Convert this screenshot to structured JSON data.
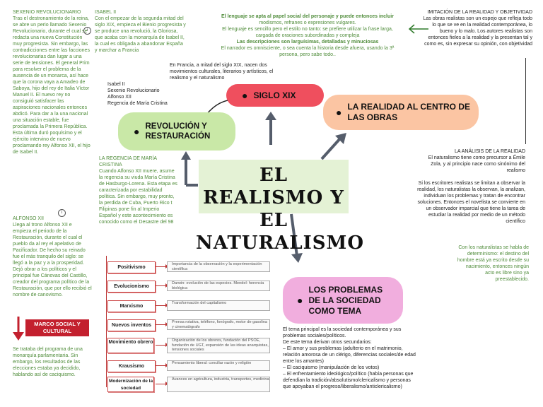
{
  "title": {
    "line1": "EL REALISMO Y",
    "line2": "EL NATURALISMO"
  },
  "pills": {
    "siglo": "SIGLO XIX",
    "revolucion": "REVOLUCIÓN Y RESTAURACIÓN",
    "realidad": "LA REALIDAD AL CENTRO DE LAS OBRAS",
    "problemas": "LOS PROBLEMAS DE LA SOCIEDAD COMO TEMA"
  },
  "left_column": {
    "sexenio_title": "SEXENIO REVOLUCIONARIO",
    "sexenio_body": "Tras el destronamiento de la reina, se abre un perio llamado Sexenio Revolucionario, durante el cual se redacta una nueva Constitución muy progresista. Sin embargo, las contradicciones entre las facciones revolucionarias dan lugar a una serie de tensiones. El general Prim para resolver el problema de la ausencia de un monarca, así hace que la corona vaya a Amadeo de Saboya, hijo del rey de Italia Víctor Manuel II. El nuevo rey no consiguió satisfacer las aspiraciones nacionales entonces abdicó. Para dar a la una nacional una situación estable, fue proclamada la Primera República. Esta última duró poquísimo y el ejército intervino de nuevo proclamando rey Alfonso XII, el hijo de Isabel II.",
    "alfonso_title": "ALFONSO XII",
    "alfonso_body": "Llega al trono Alfonso XII e empieza el periodo de la Restauración, durante el cual el pueblo da al rey el apelativo de Pacificador. De hecho su reinado fue el más tranquilo del siglo: se llegó a la paz y a la prosperidad. Dejó obrar a los políticos y el principal fue Cánovas del Castillo, creador del programa político de la Restauración, que por ello recibió el nombre de canovismo.",
    "marco_label": "MARCO SOCIAL Y CULTURAL",
    "bottom_body": "Se trataba del programa de una monarquía parlamentaria. Sin embargo, los resultados de las elecciones estaba ya decidido, hablando así de caciquismo."
  },
  "isabel": {
    "title": "ISABEL II",
    "body": "Con el empezar de la segunda mitad del siglo XIX, empieza el Bienio progresista y se produce una revolució, la Gloriosa, que acaba con la monarquía de Isabel II, la cual es obligada a abandonar España y marchar a Francia"
  },
  "siglo_note": "En Francia, a mitad del siglo XIX, nacen dos movimientos culturales, literarios y artísticos, el realismo y el naturalismo",
  "revolucion_list": [
    "Isabel II",
    "Sexenio Revolucionario",
    "Alfonso XII",
    "Regencia de María Cristina"
  ],
  "regencia": {
    "title": "LA REGENCIA DE MARÍA CRISTINA",
    "body": "Cuando Alfonso XII muere, asume la regencia su viuda María Cristina de Hasburgo-Lorena. Esta etapa es caracterizada por estabilidad política. Sin embargo, muy pronto, la perdida de Cuba, Puerto Rico t Filipinas pone fin al Imperio Español y este acontecimiento es conocido como el Desastre del 98"
  },
  "lenguaje": {
    "line1": "El lenguaje se apta al papel social del personaje y puede entonces incluir",
    "line2": "modismos, refranes o expresiones vulgares.",
    "line3": "El lenguaje es sencillo pero el estilo no tanto: se prefiere utilizar la frase larga,",
    "line4": "cargada de oraciones subordinadas y compleja",
    "line5": "Las descripciones son larguísimas, detalladas y minuciosas",
    "line6": "El narrador es omnisciente, o sea cuenta la historia desde afuera, usando la 3ª",
    "line7": "persona, pero sabe todo.."
  },
  "imitacion": {
    "title": "IMITACIÓN DE LA REALIDAD Y OBJETIVIDAD",
    "body": "Las obras realistas son un espejo que refleja todo lo que se ve en la realidad contemporánea, lo bueno y lo malo. Los autores realistas son entonces fieles a la realidad y la presentan tal y como es, sin expresar su opinión, con objetividad"
  },
  "analisis": {
    "title": "LA ANÁLISIS DE LA REALIDAD",
    "body1": "El naturalismo tiene como precursor a Émile Zola, y al principio nace como sinónimo del realismo",
    "body2": "Si los escritores realistas se limitan a observar la realidad, los naturalistas la observan, la analizan, individuan los problemas y tratan de encontrar soluciones. Entonces el novelista se convierte en un observador imparcial que tiene la tarea de estudiar la realidad por medio de un método científico"
  },
  "determinismo": "Con los naturalistas se habla de determinismo: el destino del hombre está ya escrito desde su nacimiento, entonces ningún acto es libre sino ya preestablecido.",
  "problemas_text": {
    "intro": "El tema principal es la sociedad contemporánea y sus problemas sociales/políticos.",
    "intro2": "De este tema derivan otros secundarios:",
    "item1": "– El amor y sus problemas (adulterio en el matrimonio, relación amorosa de un clérigo, diferencias sociales/de edad entre los amantes)",
    "item2": "– El caciquismo (manipulación de los votos)",
    "item3": "– El enfrentamiento ideológico/político (había personas que defendían la tradición/absolutismo/clericalismo y personas que apoyaban el progreso/liberalismo/anticlericalismo)"
  },
  "table": [
    {
      "label": "Positivismo",
      "desc": "Importancia de la observación y la experimentación científica"
    },
    {
      "label": "Evolucionismo",
      "desc": "Darwin: evolución de las especies. Mendel: herencia biológica"
    },
    {
      "label": "Marxismo",
      "desc": "Transformación del capitalismo"
    },
    {
      "label": "Nuevos inventos",
      "desc": "Prensa rotativa, teléfono, fonógrafo, motor de gasolina y cinematógrafo"
    },
    {
      "label": "Movimiento obrero",
      "desc": "Organización de los obreros, fundación del PSOE, fundación de UGT, expansión de las ideas anarquistas, tensiones sociales"
    },
    {
      "label": "Krausismo",
      "desc": "Pensamiento liberal: conciliar razón y religión"
    },
    {
      "label": "Modernización de la sociedad",
      "desc": "Avances en agricultura, industria, transportes, medicina"
    }
  ],
  "colors": {
    "siglo": "#ef4f5e",
    "revolucion": "#c9e8a7",
    "realidad": "#fbc5a3",
    "problemas": "#f1aede",
    "title_bg": "#e4f2d5",
    "arrow": "#555d6b",
    "green_text": "#4f8c3a"
  }
}
